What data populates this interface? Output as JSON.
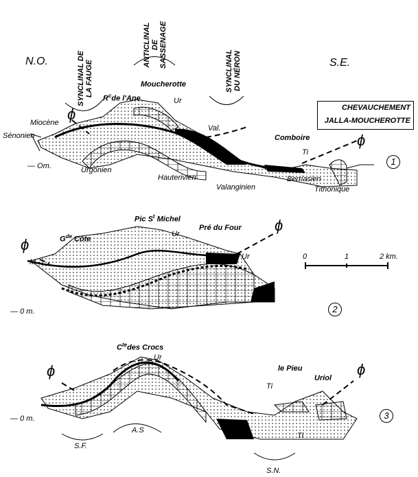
{
  "section1": {
    "orientation_left": "N.O.",
    "orientation_right": "S.E.",
    "fold_labels": {
      "synclinal_fauge": [
        "SYNCLINAL DE",
        "LA FAUGE"
      ],
      "anticlinal_sassenage": [
        "ANTICLINAL",
        "DE",
        "SASSENAGE"
      ],
      "synclinal_neron": [
        "SYNCLINAL",
        "DU NÉRON"
      ]
    },
    "places": {
      "moucherotte": "Moucherotte",
      "rc": "R",
      "rc_sup": "c",
      "rc_rest": "de l'Ane",
      "comboire": "Comboire"
    },
    "strata": {
      "ur": "Ur",
      "miocene": "Miocène",
      "senonien": "Sénonien",
      "val": "Val.",
      "ti": "Ti",
      "urgonien": "Urgonien",
      "hauterivien": "Hauterivien",
      "valanginien": "Valanginien",
      "berriasien": "Berriasien",
      "tithonique": "Tithonique"
    },
    "legend_box": [
      "CHEVAUCHEMENT",
      "JALLA-MOUCHEROTTE"
    ],
    "zero_level": "— Om.",
    "number": "1",
    "phi": "ϕ"
  },
  "section2": {
    "places": {
      "pic": "Pic S",
      "pic_sup": "t",
      "pic_rest": " Michel",
      "grande_cote": "G",
      "grande_cote_sup": "de",
      "grande_cote_rest": " Côte",
      "pre_du_four": "Pré du Four"
    },
    "strata": {
      "ur1": "Ur",
      "ur2": "Ur",
      "m": "M"
    },
    "scale_bar": {
      "ticks": [
        "0",
        "1",
        "2 km."
      ]
    },
    "zero_level": "— 0 m.",
    "number": "2",
    "phi": "ϕ"
  },
  "section3": {
    "places": {
      "crocs": "C",
      "crocs_sup": "te",
      "crocs_rest": "des Crocs",
      "pieu": "le Pieu",
      "uriol": "Uriol"
    },
    "strata": {
      "ur": "Ur",
      "ti1": "Ti",
      "ti2": "Ti"
    },
    "fold_abbrev": {
      "sf": "S.F.",
      "as": "A.S",
      "sn": "S.N."
    },
    "zero_level": "— 0 m.",
    "number": "3",
    "phi": "ϕ"
  }
}
